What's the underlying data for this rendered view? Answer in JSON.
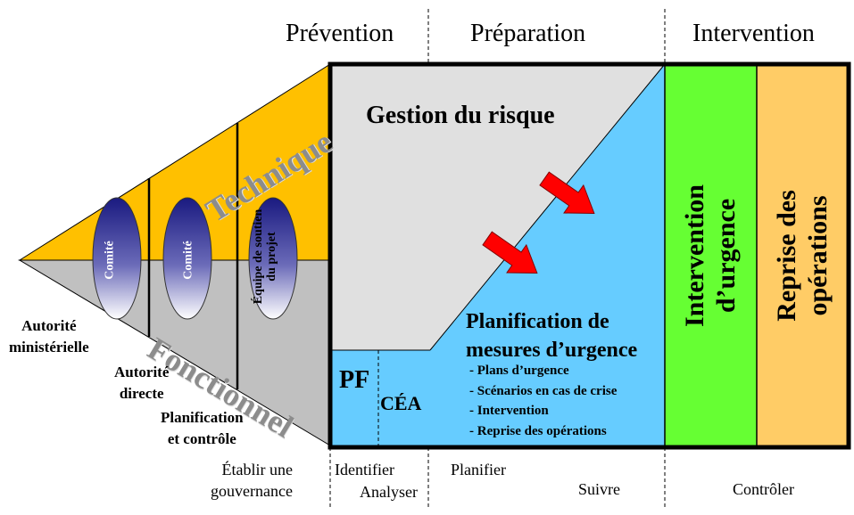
{
  "phases": {
    "prevention": "Prévention",
    "preparation": "Préparation",
    "intervention": "Intervention"
  },
  "wedge": {
    "upper_label": "Technique",
    "lower_label": "Fonctionnel",
    "ellipses": [
      "Comité",
      "Comité",
      "Équipe de soutien du projet"
    ],
    "authority_labels": {
      "ministerial": [
        "Autorité",
        "ministérielle"
      ],
      "direct": [
        "Autorité",
        "directe"
      ],
      "planning": [
        "Planification",
        "et contrôle"
      ]
    }
  },
  "main": {
    "risk_management": "Gestion du risque",
    "emergency_planning": [
      "Planification de",
      "mesures d’urgence"
    ],
    "emergency_items": [
      "- Plans d’urgence",
      "- Scénarios en cas de crise",
      "- Intervention",
      "- Reprise des opérations"
    ],
    "pf": "PF",
    "cea": "CÉA",
    "emergency_intervention": [
      "Intervention",
      "d’urgence"
    ],
    "operations_recovery": [
      "Reprise des",
      "opérations"
    ]
  },
  "bottom_labels": {
    "governance": [
      "Établir une",
      "gouvernance"
    ],
    "identify": "Identifier",
    "analyze": "Analyser",
    "plan": "Planifier",
    "follow": "Suivre",
    "control": "Contrôler"
  },
  "colors": {
    "technical": "#ffc000",
    "functional": "#c0c0c0",
    "risk_area": "#e0e0e0",
    "planning_area": "#66ccff",
    "intervention": "#66ff33",
    "recovery": "#ffcc66",
    "arrow": "#ff0000"
  }
}
